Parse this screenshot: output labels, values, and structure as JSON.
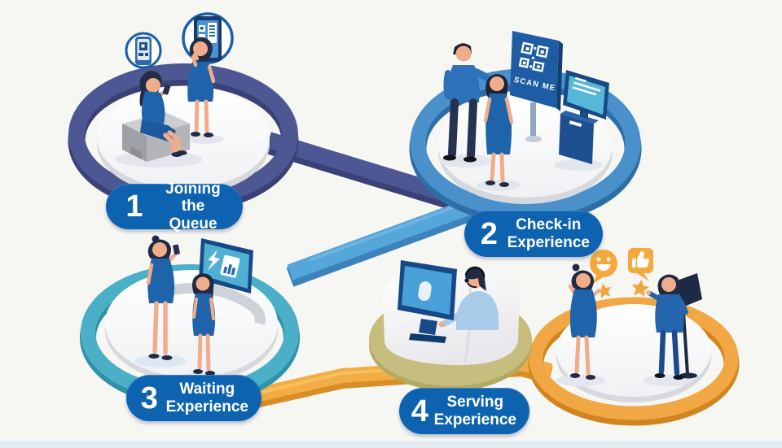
{
  "meta": {
    "description": "Isometric infographic of a four-stage customer queue journey connected by colored paths, ending with a feedback scene"
  },
  "stages": [
    {
      "number": "1",
      "label": "Joining the Queue",
      "line1": "Joining",
      "line2": "the Queue",
      "ring_color": "#4d5794"
    },
    {
      "number": "2",
      "label": "Check-in Experience",
      "line1": "Check-in",
      "line2": "Experience",
      "ring_color": "#4a90cb"
    },
    {
      "number": "3",
      "label": "Waiting Experience",
      "line1": "Waiting",
      "line2": "Experience",
      "ring_color": "#4bafc8"
    },
    {
      "number": "4",
      "label": "Serving Experience",
      "line1": "Serving",
      "line2": "Experience",
      "ring_color": "#c6bd7e"
    }
  ],
  "signage": {
    "qr_sign_text": "SCAN ME"
  },
  "icons": {
    "stage1": [
      "mobile-ticket-icon",
      "mobile-queue-list-icon"
    ],
    "stage2": [
      "qr-code-sign-icon",
      "checkin-kiosk-icon"
    ],
    "stage3": [
      "queue-status-display-icon"
    ],
    "stage4": [
      "service-desk-monitor-icon",
      "headset-icon"
    ],
    "feedback": [
      "smiley-face-icon",
      "thumbs-up-icon",
      "star-icon",
      "music-stand-icon"
    ],
    "feedback_ring_color": "#f1a743"
  },
  "colors": {
    "background": "#f6f6f3",
    "pill_blue": "#0e63b0",
    "pill_text": "#ffffff",
    "connector_1_2": "#4d5794",
    "connector_2_3": "#55a6d9",
    "connector_3_4": "#f2ae45",
    "figure_dress_blue": "#1f63ab",
    "dark_navy": "#174a84",
    "screen_teal": "#4fb0d4",
    "accent_orange": "#f3a93c",
    "olive_platform": "#c6bd7e"
  }
}
